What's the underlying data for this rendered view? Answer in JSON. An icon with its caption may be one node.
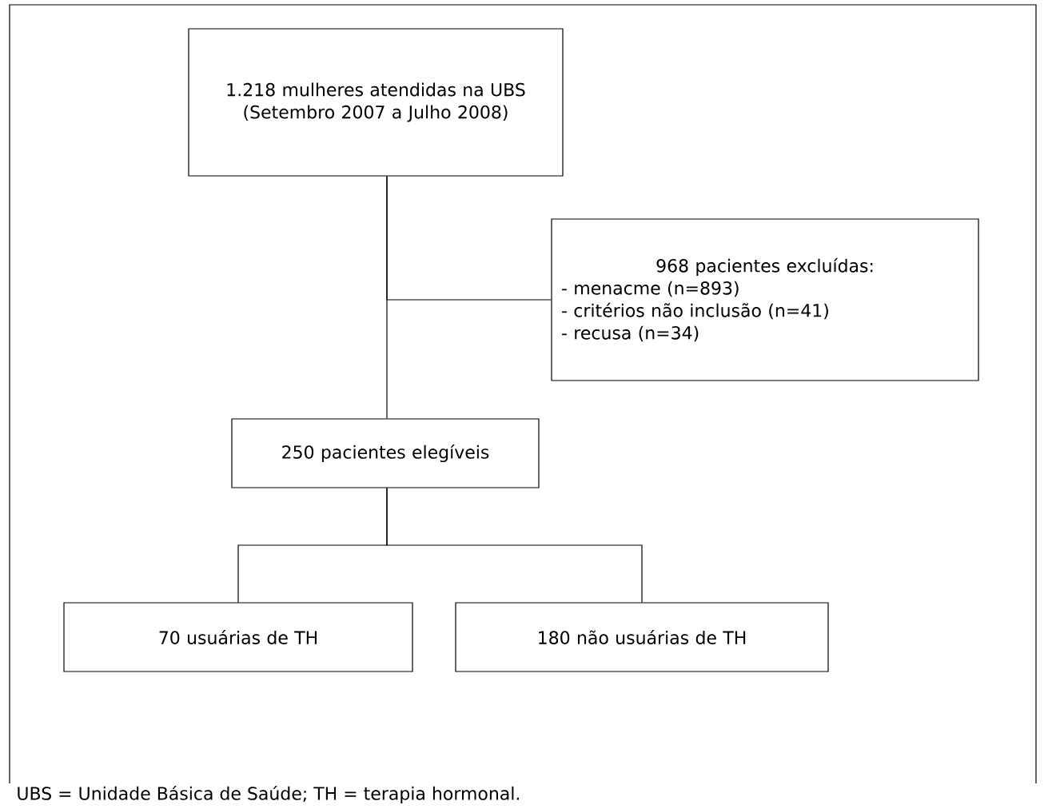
{
  "diagram": {
    "caption": "UBS = Unidade Básica de Saúde; TH = terapia hormonal.",
    "nodes": [
      {
        "text": [
          "1.218 mulheres atendidas na UBS (Setembro 2007 a Julho 2008)"
        ]
      },
      {
        "text": [
          "968 pacientes excluídas:",
          "- menacme (n=893)",
          "- critérios não inclusão (n=41)",
          "- recusa (n=34)"
        ]
      },
      {
        "text": [
          "250 pacientes elegíveis"
        ]
      },
      {
        "text": [
          "70 usuárias de TH"
        ]
      },
      {
        "text": [
          "180 não usuárias de TH"
        ]
      }
    ],
    "edges": [
      {
        "from": 0,
        "to": 1,
        "arrow": "none"
      },
      {
        "from": 0,
        "to": 2,
        "arrow": "none"
      },
      {
        "from": 2,
        "to": 3,
        "arrow": "none"
      },
      {
        "from": 2,
        "to": 4,
        "arrow": "none"
      }
    ]
  }
}
